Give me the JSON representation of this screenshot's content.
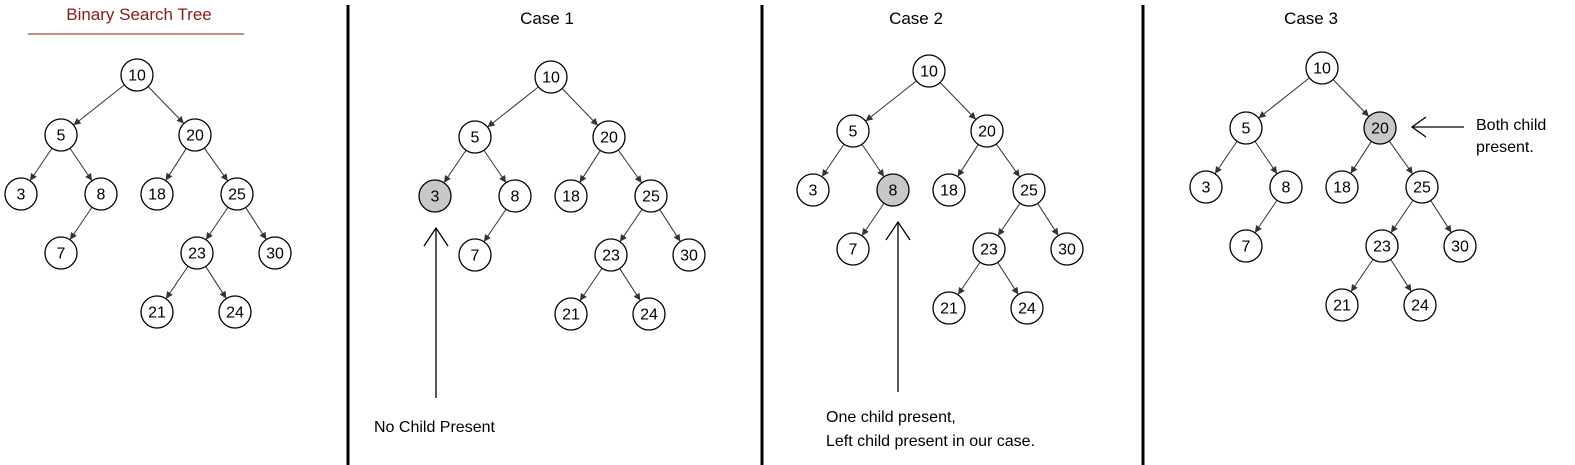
{
  "panels": [
    {
      "title": "Binary Search Tree",
      "highlight": "",
      "nodes": [
        "10",
        "5",
        "20",
        "3",
        "8",
        "18",
        "25",
        "7",
        "23",
        "30",
        "21",
        "24"
      ],
      "notes": []
    },
    {
      "title": "Case 1",
      "highlight": "3",
      "nodes": [
        "10",
        "5",
        "20",
        "3",
        "8",
        "18",
        "25",
        "7",
        "23",
        "30",
        "21",
        "24"
      ],
      "notes": [
        "No Child Present"
      ]
    },
    {
      "title": "Case 2",
      "highlight": "8",
      "nodes": [
        "10",
        "5",
        "20",
        "3",
        "8",
        "18",
        "25",
        "7",
        "23",
        "30",
        "21",
        "24"
      ],
      "notes": [
        "One child present,",
        "Left child present in our case."
      ]
    },
    {
      "title": "Case 3",
      "highlight": "20",
      "nodes": [
        "10",
        "5",
        "20",
        "3",
        "8",
        "18",
        "25",
        "7",
        "23",
        "30",
        "21",
        "24"
      ],
      "notes": [
        "Both child",
        "present."
      ]
    }
  ],
  "edges": [
    [
      "10",
      "5"
    ],
    [
      "10",
      "20"
    ],
    [
      "5",
      "3"
    ],
    [
      "5",
      "8"
    ],
    [
      "8",
      "7"
    ],
    [
      "20",
      "18"
    ],
    [
      "20",
      "25"
    ],
    [
      "25",
      "23"
    ],
    [
      "25",
      "30"
    ],
    [
      "23",
      "21"
    ],
    [
      "23",
      "24"
    ]
  ],
  "colors": {
    "highlight_fill": "#c8c8c8",
    "title_accent": "#8b1a1a"
  }
}
